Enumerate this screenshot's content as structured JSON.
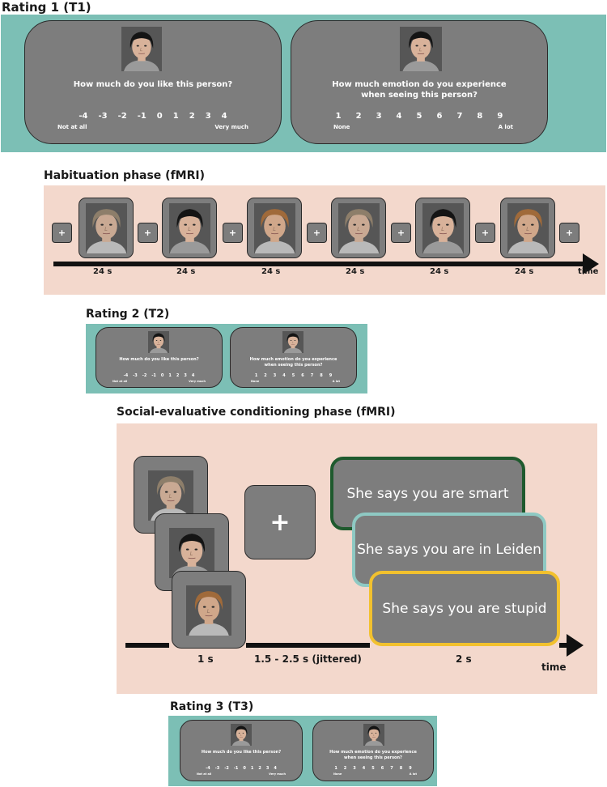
{
  "colors": {
    "teal": "#7cbfb5",
    "pink": "#f3d8cc",
    "screen_gray": "#7d7d7d",
    "border_smart": "#1f5a2e",
    "border_leiden": "#8ec9c3",
    "border_stupid": "#f2c12e"
  },
  "rating1": {
    "title": "Rating 1 (T1)",
    "like_question": "How much do you like this person?",
    "like_scale": [
      "-4",
      "-3",
      "-2",
      "-1",
      "0",
      "1",
      "2",
      "3",
      "4"
    ],
    "like_low": "Not at all",
    "like_high": "Very much",
    "emotion_question_1": "How much emotion do you experience",
    "emotion_question_2": "when seeing this person?",
    "emotion_scale": [
      "1",
      "2",
      "3",
      "4",
      "5",
      "6",
      "7",
      "8",
      "9"
    ],
    "emotion_low": "None",
    "emotion_high": "A lot"
  },
  "habituation": {
    "title": "Habituation phase (fMRI)",
    "fixation": "+",
    "durations": [
      "24 s",
      "24 s",
      "24 s",
      "24 s",
      "24 s",
      "24 s"
    ],
    "time_label": "time"
  },
  "rating2": {
    "title": "Rating 2 (T2)"
  },
  "conditioning": {
    "title": "Social-evaluative conditioning phase (fMRI)",
    "fixation": "+",
    "feedback_smart": "She says you are smart",
    "feedback_leiden": "She says you are in Leiden",
    "feedback_stupid": "She says you are stupid",
    "duration_face": "1 s",
    "duration_fixation": "1.5 - 2.5 s (jittered)",
    "duration_feedback": "2 s",
    "time_label": "time"
  },
  "rating3": {
    "title": "Rating 3 (T3)"
  }
}
